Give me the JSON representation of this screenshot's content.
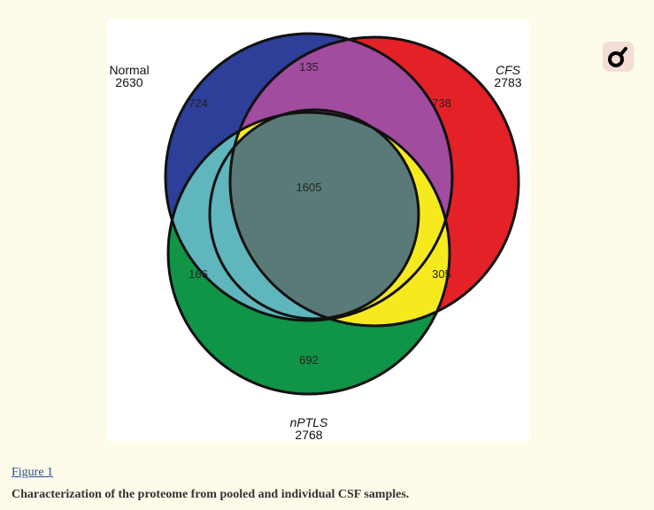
{
  "figure": {
    "link_label": "Figure 1",
    "caption": "Characterization of the proteome from pooled and individual CSF samples.",
    "zoom_icon": "magnifier-icon"
  },
  "venn": {
    "sets": [
      {
        "name": "Normal",
        "total": "2630",
        "color": "#2d3f99"
      },
      {
        "name": "CFS",
        "total": "2783",
        "color": "#e42127"
      },
      {
        "name": "nPTLS",
        "total": "2768",
        "color": "#109447"
      }
    ],
    "regions": {
      "normal_only": "724",
      "cfs_only": "738",
      "nptls_only": "692",
      "normal_cfs": "135",
      "normal_nptls": "166",
      "cfs_nptls": "305",
      "all_three": "1605"
    },
    "region_colors": {
      "normal_cfs": "#a14c9f",
      "normal_nptls": "#5fb6bd",
      "cfs_nptls": "#f6ea1e",
      "all_three": "#5a7a78"
    }
  }
}
